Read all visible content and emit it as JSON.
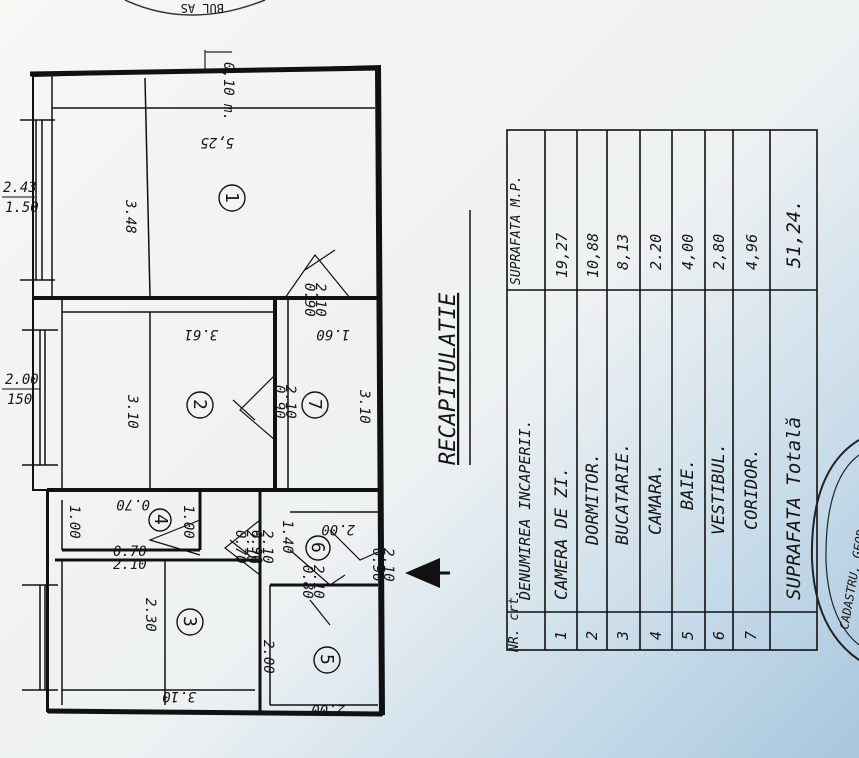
{
  "top_partial_text": "BUL AS",
  "elevation_mark": "0,10 m.",
  "rooms": [
    {
      "nr": "1",
      "dims": [
        "5,25",
        "3.48"
      ]
    },
    {
      "nr": "2",
      "dims": [
        "3.61",
        "3.10"
      ]
    },
    {
      "nr": "3",
      "dims": [
        "2.30",
        "3.10"
      ]
    },
    {
      "nr": "4",
      "dims": [
        "1.00",
        "1.00"
      ]
    },
    {
      "nr": "5",
      "dims": [
        "2.00",
        "2.00"
      ]
    },
    {
      "nr": "6",
      "dims": [
        "1.40",
        "2.00"
      ]
    },
    {
      "nr": "7",
      "dims": [
        "1.60",
        "3.10"
      ]
    }
  ],
  "window_labels": [
    "2.43",
    "1.50",
    "2.00",
    "150"
  ],
  "door_labels": [
    "0.90",
    "2.10",
    "0.90",
    "2.10",
    "0.90",
    "2.10",
    "0.70",
    "2.10",
    "0.80",
    "2.10",
    "0.90",
    "2.10",
    "0.70",
    "2.10"
  ],
  "room_4_top_dim": "0.70",
  "recap": {
    "title": "RECAPITULATIE",
    "headers": {
      "nr": "NR. crt.",
      "name": "DENUMIREA INCAPERII.",
      "area": "SUPRAFATA M.P."
    },
    "rows": [
      {
        "nr": "1",
        "name": "CAMERA DE ZI.",
        "area": "19,27"
      },
      {
        "nr": "2",
        "name": "DORMITOR.",
        "area": "10,88"
      },
      {
        "nr": "3",
        "name": "BUCATARIE.",
        "area": "8,13"
      },
      {
        "nr": "4",
        "name": "CAMARA.",
        "area": "2.20"
      },
      {
        "nr": "5",
        "name": "BAIE.",
        "area": "4,00"
      },
      {
        "nr": "6",
        "name": "VESTIBUL.",
        "area": "2,80"
      },
      {
        "nr": "7",
        "name": "CORIDOR.",
        "area": "4,96"
      }
    ],
    "total_label": "SUPRAFATA Totală",
    "total_value": "51,24."
  },
  "stamp_text": "CADASTRU, GEOD"
}
